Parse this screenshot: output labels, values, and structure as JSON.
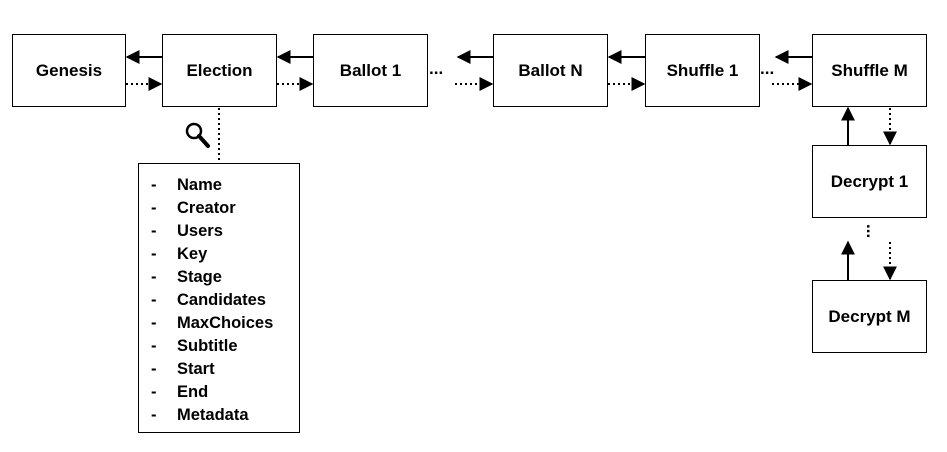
{
  "blocks": {
    "genesis": "Genesis",
    "election": "Election",
    "ballot_1": "Ballot 1",
    "ballot_n": "Ballot N",
    "shuffle_1": "Shuffle 1",
    "shuffle_m": "Shuffle M",
    "decrypt_1": "Decrypt 1",
    "decrypt_m": "Decrypt M"
  },
  "election_fields": {
    "bullet": "-",
    "items": [
      "Name",
      "Creator",
      "Users",
      "Key",
      "Stage",
      "Candidates",
      "MaxChoices",
      "Subtitle",
      "Start",
      "End",
      "Metadata"
    ]
  },
  "ellipsis": "...",
  "icons": {
    "inspect": "magnifier-icon"
  }
}
